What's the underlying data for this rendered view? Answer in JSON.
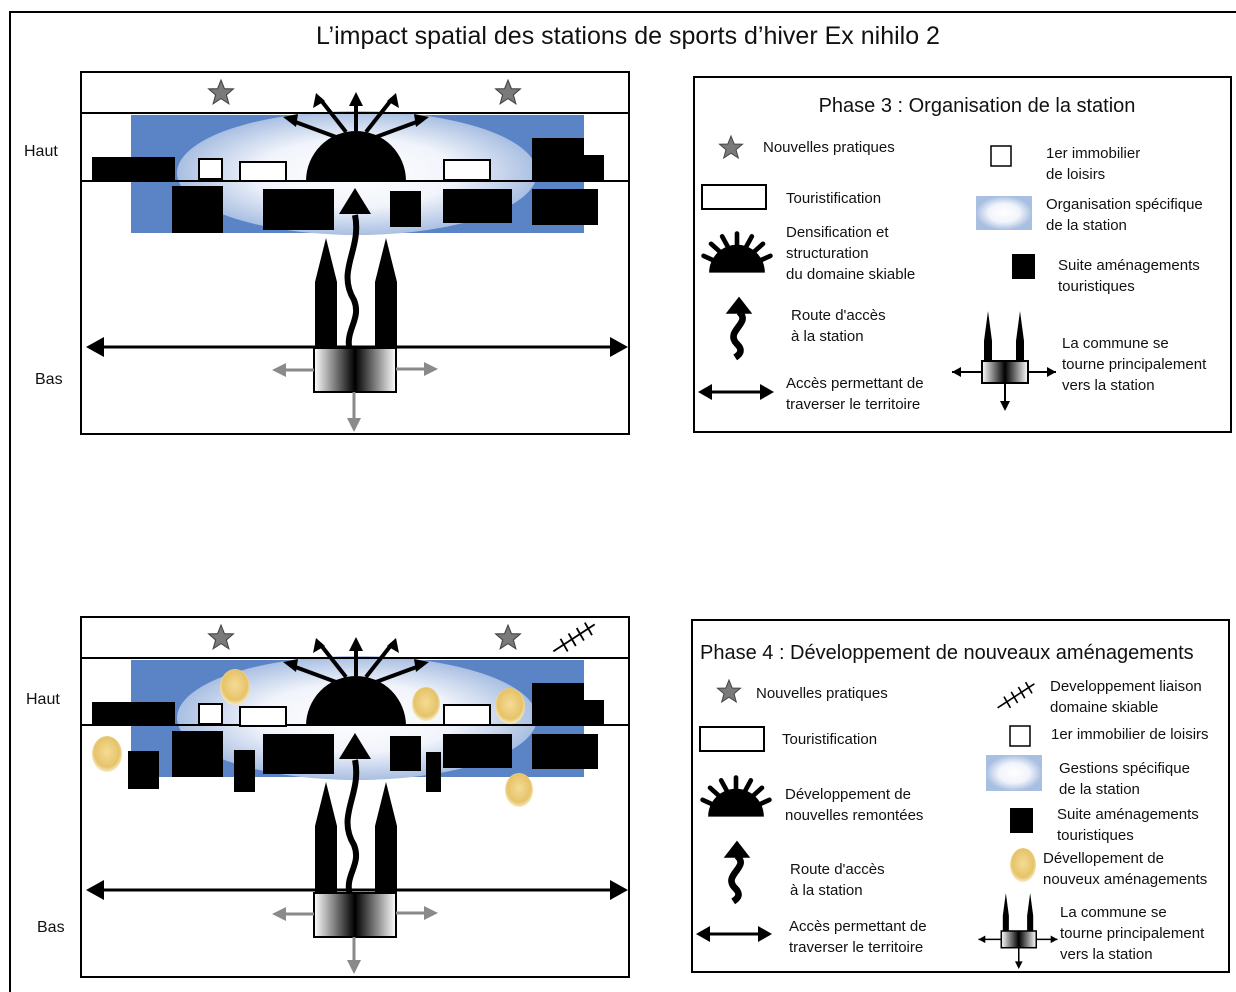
{
  "title": "L’impact spatial des stations de sports d’hiver Ex nihilo 2",
  "colors": {
    "blue": "#5a84c6",
    "ellipse": "#efd486",
    "arrow_grey": "#8a8a8a"
  },
  "phase3": {
    "haut_label": "Haut",
    "bas_label": "Bas",
    "legend": {
      "title": "Phase 3 : Organisation de la station",
      "nouvelles_pratiques": "Nouvelles pratiques",
      "touristification": "Touristification",
      "densif_l1": "Densification et",
      "densif_l2": "structuration",
      "densif_l3": "du domaine skiable",
      "route_l1": "Route d'accès",
      "route_l2": "à la station",
      "acces_l1": "Accès permettant de",
      "acces_l2": "traverser le territoire",
      "immo_l1": "1er immobilier",
      "immo_l2": "de loisirs",
      "orga_l1": "Organisation spécifique",
      "orga_l2": "de la station",
      "suite_l1": "Suite aménagements",
      "suite_l2": "touristiques",
      "commune_l1": "La commune se",
      "commune_l2": "tourne principalement",
      "commune_l3": "vers la station"
    }
  },
  "phase4": {
    "haut_label": "Haut",
    "bas_label": "Bas",
    "legend": {
      "title": "Phase 4 : Développement de nouveaux aménagements",
      "nouvelles_pratiques": "Nouvelles pratiques",
      "touristification": "Touristification",
      "dev_l1": "Développement de",
      "dev_l2": "nouvelles remontées",
      "route_l1": "Route d'accès",
      "route_l2": "à la station",
      "acces_l1": "Accès permettant de",
      "acces_l2": "traverser le territoire",
      "liaison_l1": "Developpement liaison",
      "liaison_l2": "domaine skiable",
      "immo": "1er immobilier de loisirs",
      "gestion_l1": "Gestions spécifique",
      "gestion_l2": "de la station",
      "suite_l1": "Suite aménagements",
      "suite_l2": "touristiques",
      "devam_l1": "Dévellopement de",
      "devam_l2": "nouveux aménagements",
      "commune_l1": "La commune se",
      "commune_l2": "tourne principalement",
      "commune_l3": "vers la station"
    }
  }
}
